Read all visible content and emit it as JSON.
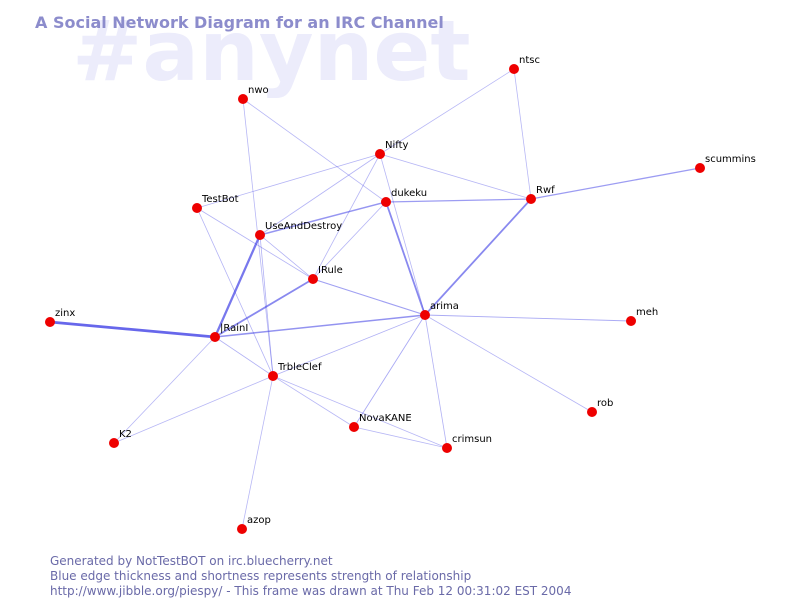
{
  "title": "A Social Network Diagram for an IRC Channel",
  "watermark": "#anynet",
  "footer": {
    "line1": "Generated by NotTestBOT on irc.bluecherry.net",
    "line2": "Blue edge thickness and shortness represents strength of relationship",
    "line3": "http://www.jibble.org/piespy/ - This frame was drawn at Thu Feb 12 00:31:02 EST 2004"
  },
  "colors": {
    "node": "#ee0000",
    "edge": "#4646e6",
    "title": "#8c8ccc",
    "footer": "#6a6aa8",
    "watermark": "#ececfb"
  },
  "nodes": [
    {
      "id": "nwo",
      "label": "nwo"
    },
    {
      "id": "ntsc",
      "label": "ntsc"
    },
    {
      "id": "nifty",
      "label": "Nifty"
    },
    {
      "id": "scummins",
      "label": "scummins"
    },
    {
      "id": "testbot",
      "label": "TestBot"
    },
    {
      "id": "dukeku",
      "label": "dukeku"
    },
    {
      "id": "rwf",
      "label": "Rwf"
    },
    {
      "id": "useanddestroy",
      "label": "UseAndDestroy"
    },
    {
      "id": "irule",
      "label": "IRule"
    },
    {
      "id": "zinx",
      "label": "zinx"
    },
    {
      "id": "arima",
      "label": "arima"
    },
    {
      "id": "meh",
      "label": "meh"
    },
    {
      "id": "irain",
      "label": "|RainI"
    },
    {
      "id": "trbleclef",
      "label": "TrbleClef"
    },
    {
      "id": "rob",
      "label": "rob"
    },
    {
      "id": "novakane",
      "label": "NovaKANE"
    },
    {
      "id": "k2",
      "label": "K2"
    },
    {
      "id": "crimsun",
      "label": "crimsun"
    },
    {
      "id": "azop",
      "label": "azop"
    }
  ],
  "edges": [
    {
      "from": "zinx",
      "to": "irain",
      "strength": 3
    },
    {
      "from": "irain",
      "to": "useanddestroy",
      "strength": 2.5
    },
    {
      "from": "dukeku",
      "to": "arima",
      "strength": 2
    },
    {
      "from": "rwf",
      "to": "arima",
      "strength": 2
    },
    {
      "from": "irain",
      "to": "irule",
      "strength": 2
    },
    {
      "from": "irain",
      "to": "arima",
      "strength": 1.7
    },
    {
      "from": "useanddestroy",
      "to": "dukeku",
      "strength": 1.6
    },
    {
      "from": "dukeku",
      "to": "rwf",
      "strength": 1.4
    },
    {
      "from": "rwf",
      "to": "scummins",
      "strength": 1.4
    },
    {
      "from": "irule",
      "to": "arima",
      "strength": 1.3
    },
    {
      "from": "arima",
      "to": "meh",
      "strength": 1
    },
    {
      "from": "arima",
      "to": "novakane",
      "strength": 1
    },
    {
      "from": "arima",
      "to": "trbleclef",
      "strength": 0.8
    },
    {
      "from": "arima",
      "to": "crimsun",
      "strength": 0.8
    },
    {
      "from": "arima",
      "to": "rob",
      "strength": 0.7
    },
    {
      "from": "irain",
      "to": "trbleclef",
      "strength": 0.8
    },
    {
      "from": "useanddestroy",
      "to": "trbleclef",
      "strength": 0.8
    },
    {
      "from": "useanddestroy",
      "to": "irule",
      "strength": 0.8
    },
    {
      "from": "useanddestroy",
      "to": "nifty",
      "strength": 0.7
    },
    {
      "from": "testbot",
      "to": "nifty",
      "strength": 0.7
    },
    {
      "from": "testbot",
      "to": "irule",
      "strength": 0.7
    },
    {
      "from": "testbot",
      "to": "trbleclef",
      "strength": 0.7
    },
    {
      "from": "nifty",
      "to": "rwf",
      "strength": 0.6
    },
    {
      "from": "nifty",
      "to": "ntsc",
      "strength": 0.6
    },
    {
      "from": "nifty",
      "to": "irule",
      "strength": 0.6
    },
    {
      "from": "nifty",
      "to": "arima",
      "strength": 0.6
    },
    {
      "from": "ntsc",
      "to": "rwf",
      "strength": 0.6
    },
    {
      "from": "nwo",
      "to": "dukeku",
      "strength": 0.6
    },
    {
      "from": "nwo",
      "to": "trbleclef",
      "strength": 0.6
    },
    {
      "from": "dukeku",
      "to": "irule",
      "strength": 0.7
    },
    {
      "from": "irain",
      "to": "k2",
      "strength": 0.6
    },
    {
      "from": "trbleclef",
      "to": "k2",
      "strength": 0.6
    },
    {
      "from": "trbleclef",
      "to": "novakane",
      "strength": 0.6
    },
    {
      "from": "trbleclef",
      "to": "crimsun",
      "strength": 0.6
    },
    {
      "from": "trbleclef",
      "to": "azop",
      "strength": 0.6
    },
    {
      "from": "novakane",
      "to": "crimsun",
      "strength": 0.6
    }
  ]
}
